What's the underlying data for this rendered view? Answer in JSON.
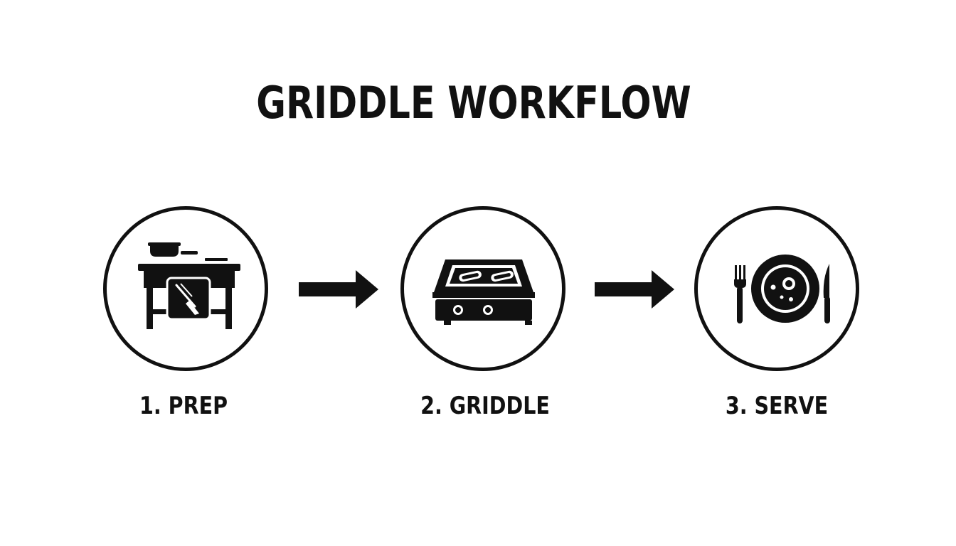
{
  "title": "GRIDDLE WORKFLOW",
  "steps": [
    {
      "label": "1. PREP",
      "icon": "prep-table-icon"
    },
    {
      "label": "2. GRIDDLE",
      "icon": "griddle-icon"
    },
    {
      "label": "3. SERVE",
      "icon": "plate-cutlery-icon"
    }
  ],
  "connectors": [
    "arrow-right-icon",
    "arrow-right-icon"
  ],
  "colors": {
    "ink": "#111111",
    "background": "#ffffff"
  }
}
